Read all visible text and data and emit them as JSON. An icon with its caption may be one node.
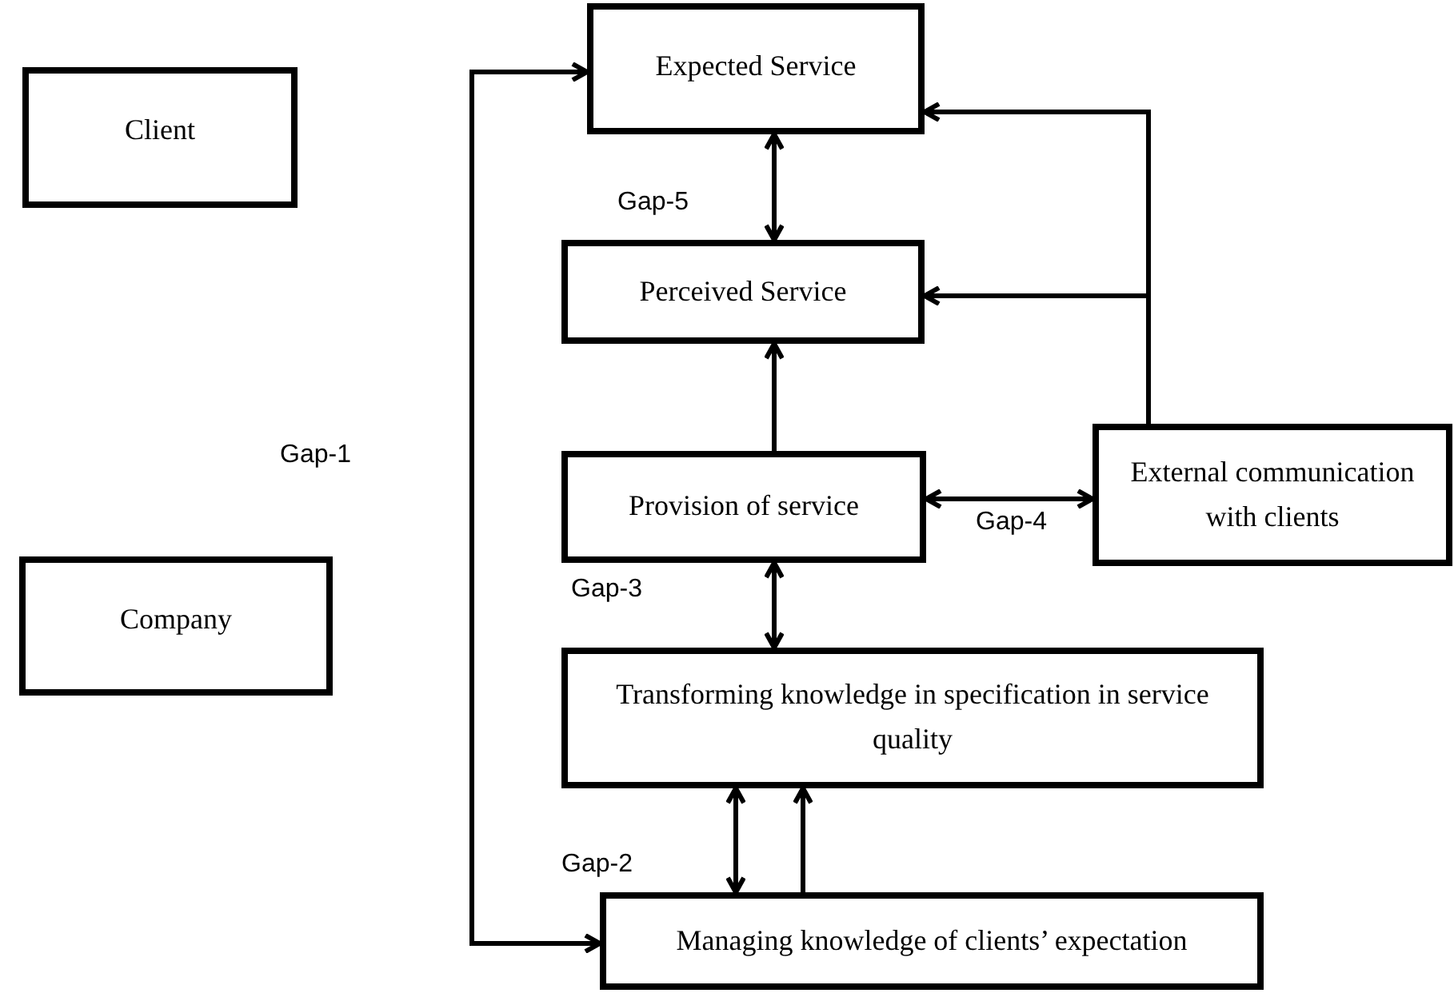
{
  "diagram": {
    "nodes": [
      {
        "text": [
          "Client"
        ]
      },
      {
        "text": [
          "Company"
        ]
      },
      {
        "text": [
          "Expected Service"
        ]
      },
      {
        "text": [
          "Perceived Service"
        ]
      },
      {
        "text": [
          "Provision of service"
        ]
      },
      {
        "text": [
          "External communication with clients"
        ]
      },
      {
        "text": [
          "Transforming knowledge in specification in service quality"
        ]
      },
      {
        "text": [
          "Managing knowledge of clients’ expectation"
        ]
      }
    ],
    "edges": [
      {
        "from": 2,
        "to": 7,
        "arrow": "both"
      },
      {
        "from": 2,
        "to": 3,
        "arrow": "both"
      },
      {
        "from": 4,
        "to": 3,
        "arrow": "to"
      },
      {
        "from": 4,
        "to": 5,
        "arrow": "both"
      },
      {
        "from": 5,
        "to": 2,
        "arrow": "to"
      },
      {
        "from": 5,
        "to": 3,
        "arrow": "to"
      },
      {
        "from": 4,
        "to": 6,
        "arrow": "both"
      },
      {
        "from": 6,
        "to": 7,
        "arrow": "both"
      },
      {
        "from": 7,
        "to": 6,
        "arrow": "to"
      }
    ],
    "labels": [
      "Gap-5",
      "Gap-1",
      "Gap-4",
      "Gap-3",
      "Gap-2"
    ]
  }
}
